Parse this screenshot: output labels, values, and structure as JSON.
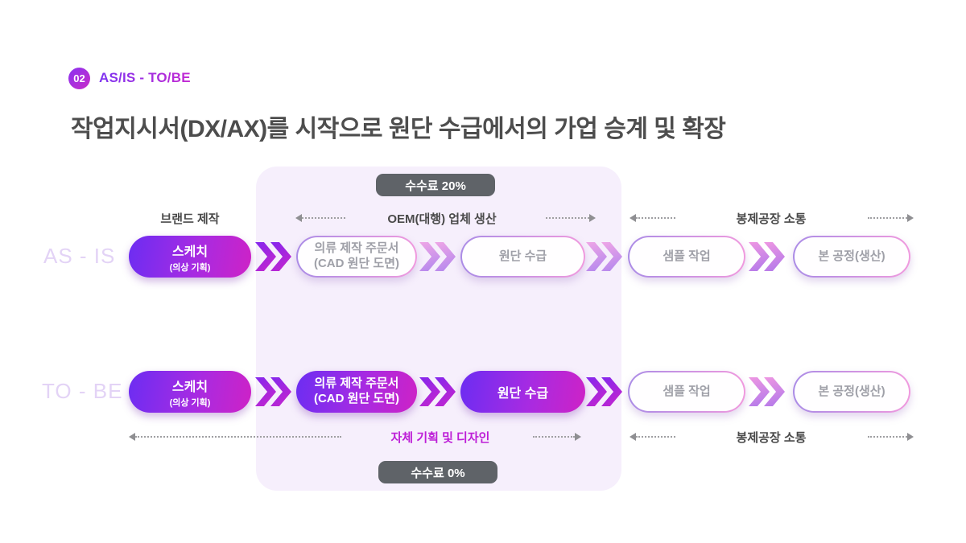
{
  "header": {
    "badge_number": "02",
    "badge_label": "AS/IS - TO/BE",
    "title": "작업지시서(DX/AX)를 시작으로 원단 수급에서의 가업 승계 및 확장"
  },
  "fees": {
    "top": "수수료 20%",
    "bottom": "수수료 0%"
  },
  "top_labels": {
    "brand": "브랜드 제작",
    "oem": "OEM(대행) 업체 생산",
    "sewing": "봉제공장 소통"
  },
  "bottom_labels": {
    "self_planning": "자체 기획 및 디자인",
    "sewing": "봉제공장 소통"
  },
  "asis": {
    "row_label": "AS - IS",
    "steps": [
      {
        "title": "스케치",
        "subtitle": "(의상 기획)"
      },
      {
        "title": "의류 제작 주문서",
        "subtitle": "(CAD 원단 도면)"
      },
      {
        "title": "원단 수급"
      },
      {
        "title": "샘플 작업"
      },
      {
        "title": "본 공정(생산)"
      }
    ]
  },
  "tobe": {
    "row_label": "TO - BE",
    "steps": [
      {
        "title": "스케치",
        "subtitle": "(의상 기획)"
      },
      {
        "title": "의류 제작 주문서",
        "subtitle": "(CAD 원단 도면)"
      },
      {
        "title": "원단 수급"
      },
      {
        "title": "샘플 작업"
      },
      {
        "title": "본 공정(생산)"
      }
    ]
  },
  "colors": {
    "accent_gradient_start": "#6c2df2",
    "accent_gradient_end": "#ce22c6",
    "panel_background": "#f6effc",
    "fee_badge_background": "#5f6368",
    "highlight_label": "#bd1ed7",
    "muted_pill_text": "#9fa0a8",
    "title_text": "#4d4d4d",
    "row_label_text": "#e3d3f6"
  }
}
